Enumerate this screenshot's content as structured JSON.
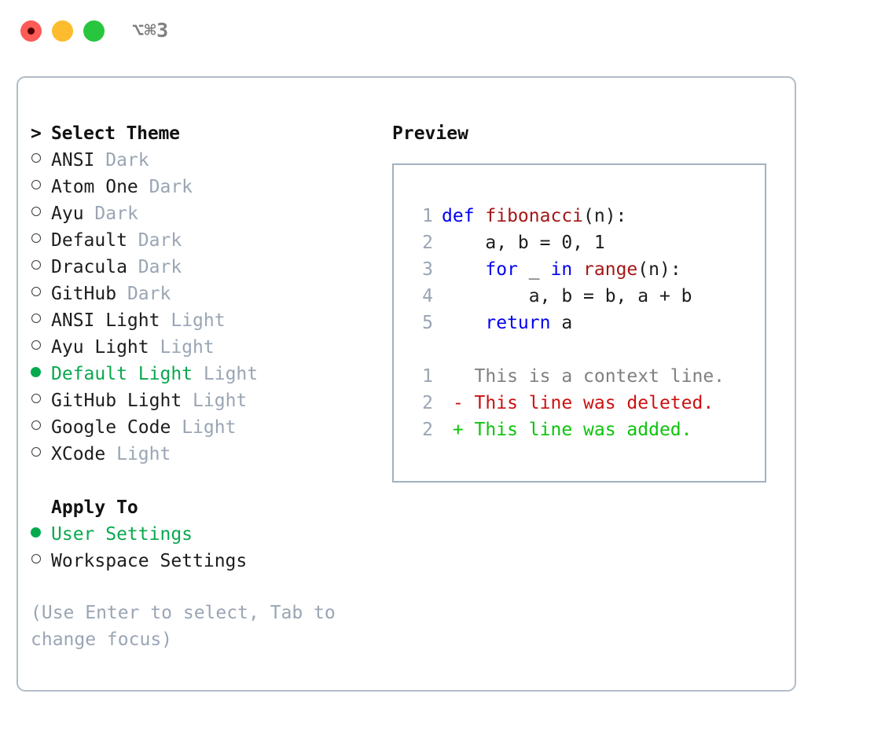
{
  "titlebar": {
    "shortcut": "⌥⌘3",
    "buttons": [
      "close",
      "minimize",
      "maximize"
    ]
  },
  "theme_list": {
    "header_marker": ">",
    "header_label": "Select Theme",
    "unselected_marker": "○",
    "selected_marker": "●",
    "items": [
      {
        "label": "ANSI",
        "variant": "Dark",
        "selected": false
      },
      {
        "label": "Atom One",
        "variant": "Dark",
        "selected": false
      },
      {
        "label": "Ayu",
        "variant": "Dark",
        "selected": false
      },
      {
        "label": "Default",
        "variant": "Dark",
        "selected": false
      },
      {
        "label": "Dracula",
        "variant": "Dark",
        "selected": false
      },
      {
        "label": "GitHub",
        "variant": "Dark",
        "selected": false
      },
      {
        "label": "ANSI Light",
        "variant": "Light",
        "selected": false
      },
      {
        "label": "Ayu Light",
        "variant": "Light",
        "selected": false
      },
      {
        "label": "Default Light",
        "variant": "Light",
        "selected": true
      },
      {
        "label": "GitHub Light",
        "variant": "Light",
        "selected": false
      },
      {
        "label": "Google Code",
        "variant": "Light",
        "selected": false
      },
      {
        "label": "XCode",
        "variant": "Light",
        "selected": false
      }
    ]
  },
  "apply_to": {
    "header_label": "Apply To",
    "items": [
      {
        "label": "User Settings",
        "selected": true
      },
      {
        "label": "Workspace Settings",
        "selected": false
      }
    ]
  },
  "hint": "(Use Enter to select, Tab to change focus)",
  "preview": {
    "title": "Preview",
    "code_lines": [
      {
        "no": "1",
        "tokens": [
          {
            "t": "def ",
            "k": "kw"
          },
          {
            "t": "fibonacci",
            "k": "fn"
          },
          {
            "t": "(n):",
            "k": "plain"
          }
        ]
      },
      {
        "no": "2",
        "tokens": [
          {
            "t": "    a, b = 0, 1",
            "k": "plain"
          }
        ]
      },
      {
        "no": "3",
        "tokens": [
          {
            "t": "    ",
            "k": "plain"
          },
          {
            "t": "for",
            "k": "kw"
          },
          {
            "t": " _ ",
            "k": "plain"
          },
          {
            "t": "in",
            "k": "kw"
          },
          {
            "t": " ",
            "k": "plain"
          },
          {
            "t": "range",
            "k": "fn"
          },
          {
            "t": "(n):",
            "k": "plain"
          }
        ]
      },
      {
        "no": "4",
        "tokens": [
          {
            "t": "        a, b = b, a + b",
            "k": "plain"
          }
        ]
      },
      {
        "no": "5",
        "tokens": [
          {
            "t": "    ",
            "k": "plain"
          },
          {
            "t": "return",
            "k": "kw"
          },
          {
            "t": " a",
            "k": "plain"
          }
        ]
      }
    ],
    "diff_lines": [
      {
        "no": "1",
        "text": "   This is a context line.",
        "kind": "ctx"
      },
      {
        "no": "2",
        "text": " - This line was deleted.",
        "kind": "del"
      },
      {
        "no": "2",
        "text": " + This line was added.",
        "kind": "add"
      }
    ]
  },
  "colors": {
    "selected_green": "#0aa84f",
    "muted": "#9aa5b4",
    "keyword_blue": "#0000f0",
    "function_red": "#a51616",
    "diff_delete": "#cc1111",
    "diff_add": "#0bc40b",
    "context_gray": "#808080",
    "border": "#b3bcc7"
  }
}
